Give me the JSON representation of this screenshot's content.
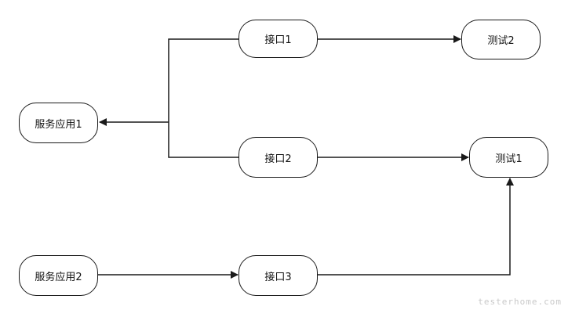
{
  "nodes": {
    "service_app_1": "服务应用1",
    "service_app_2": "服务应用2",
    "interface_1": "接口1",
    "interface_2": "接口2",
    "interface_3": "接口3",
    "test_2": "测试2",
    "test_1": "测试1"
  },
  "edges": [
    {
      "from": "interface_1",
      "to": "service_app_1"
    },
    {
      "from": "interface_2",
      "to": "service_app_1"
    },
    {
      "from": "interface_1",
      "to": "test_2"
    },
    {
      "from": "interface_2",
      "to": "test_1"
    },
    {
      "from": "service_app_2",
      "to": "interface_3"
    },
    {
      "from": "interface_3",
      "to": "test_1"
    }
  ],
  "watermark": "testerhome.com",
  "colors": {
    "line": "#1a1a1a",
    "node_border": "#1a1a1a",
    "background": "#ffffff",
    "watermark": "#c9c9c9"
  }
}
